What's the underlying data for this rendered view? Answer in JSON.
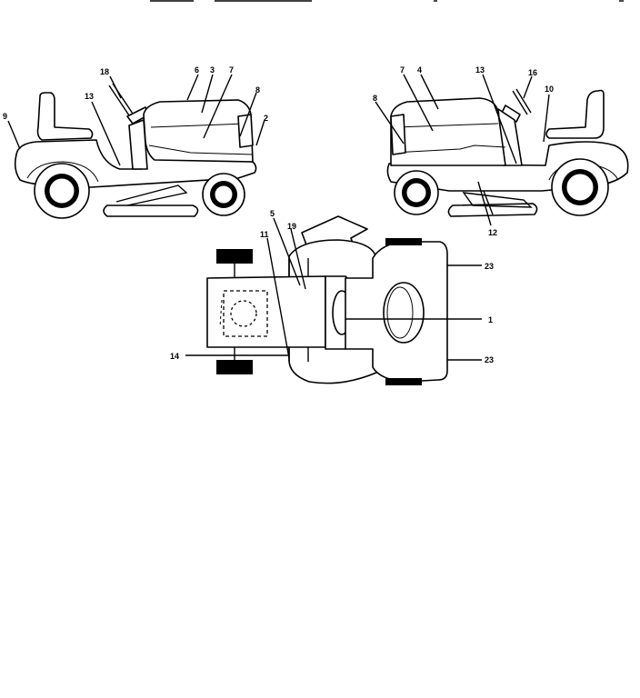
{
  "callouts": {
    "left": [
      "18",
      "6",
      "3",
      "7",
      "8",
      "9",
      "13",
      "2"
    ],
    "right": [
      "7",
      "4",
      "13",
      "16",
      "8",
      "10",
      "12"
    ],
    "top": [
      "5",
      "19",
      "11",
      "14",
      "23",
      "1",
      "23"
    ]
  }
}
